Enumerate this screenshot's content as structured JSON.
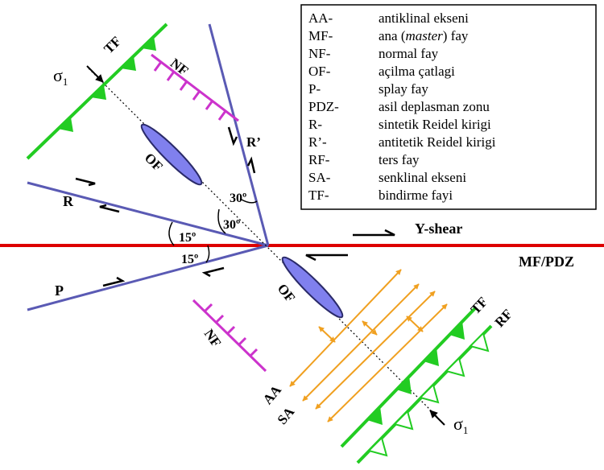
{
  "legend": {
    "items": [
      {
        "code": "AA-",
        "text": "antiklinal ekseni"
      },
      {
        "code": "MF-",
        "pre": "ana (",
        "italic": "master",
        "post": ") fay"
      },
      {
        "code": "NF-",
        "text": "normal fay"
      },
      {
        "code": "OF-",
        "text": "açilma çatlagi"
      },
      {
        "code": "P-",
        "text": "splay fay"
      },
      {
        "code": "PDZ-",
        "text": "asil deplasman zonu"
      },
      {
        "code": "R-",
        "text": "sintetik Reidel kirigi"
      },
      {
        "code": "R’-",
        "text": "antitetik Reidel kirigi"
      },
      {
        "code": "RF-",
        "text": "ters fay"
      },
      {
        "code": "SA-",
        "text": "senklinal ekseni"
      },
      {
        "code": "TF-",
        "text": "bindirme fayi"
      }
    ]
  },
  "labels": {
    "tf_top": "TF",
    "nf_top": "NF",
    "of_top": "OF",
    "r_prime": "R’",
    "r": "R",
    "p": "P",
    "angle_30_upper": "30º",
    "angle_30_lower": "30º",
    "angle_15_upper": "15º",
    "angle_15_lower": "15º",
    "y_shear": "Y-shear",
    "mf_pdz": "MF/PDZ",
    "of_bottom": "OF",
    "nf_bottom": "NF",
    "tf_bottom": "TF",
    "rf": "RF",
    "aa": "AA",
    "sa": "SA",
    "sigma_sym": "σ",
    "sigma_sub": "1"
  },
  "colors": {
    "mf": "#dd0000",
    "riedel": "#5a5ab4",
    "thrust": "#22cc22",
    "normal": "#cc33cc",
    "fold": "#f0a020",
    "ellipse_fill": "#8080ee",
    "ellipse_stroke": "#2a2a6a",
    "text": "#000000"
  }
}
